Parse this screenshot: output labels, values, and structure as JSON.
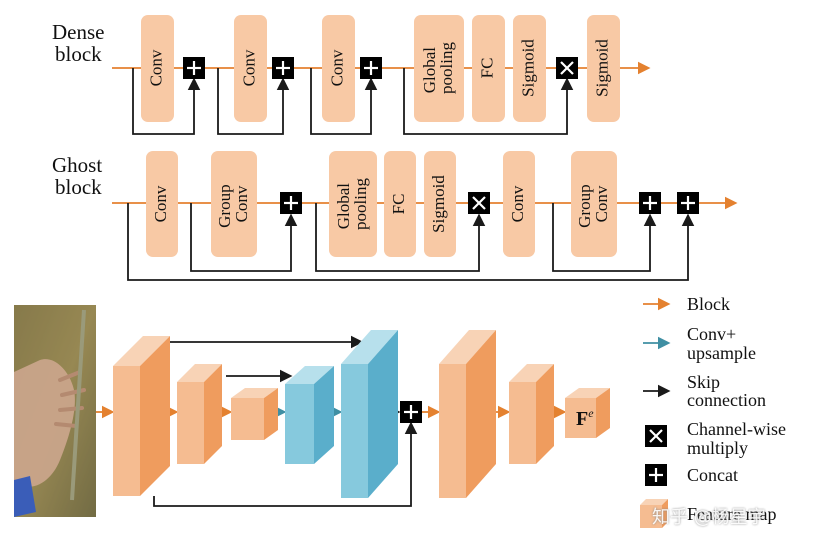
{
  "dense": {
    "title_line1": "Dense",
    "title_line2": "block",
    "blocks": [
      "Conv",
      "Conv",
      "Conv",
      "Global pooling",
      "FC",
      "Sigmoid",
      "Sigmoid"
    ]
  },
  "ghost": {
    "title_line1": "Ghost",
    "title_line2": "block",
    "blocks": [
      "Conv",
      "Group Conv",
      "Global pooling",
      "FC",
      "Sigmoid",
      "Conv",
      "Group Conv"
    ]
  },
  "feature_label": "F",
  "feature_sup": "e",
  "legend": {
    "block": "Block",
    "conv_upsample_1": "Conv+",
    "conv_upsample_2": "upsample",
    "skip_1": "Skip",
    "skip_2": "connection",
    "cwm_1": "Channel-wise",
    "cwm_2": "multiply",
    "concat": "Concat",
    "feature_map": "Feature map"
  },
  "watermark": "知乎 @杨星宇",
  "colors": {
    "block_fill": "#f8c9a5",
    "orange_arrow": "#e4812f",
    "blue_arrow": "#3f8fa3",
    "feat_front": "#f5bc91",
    "feat_side": "#ef9c5e",
    "blue_front": "#86c9dd",
    "blue_side": "#5aaecb"
  }
}
